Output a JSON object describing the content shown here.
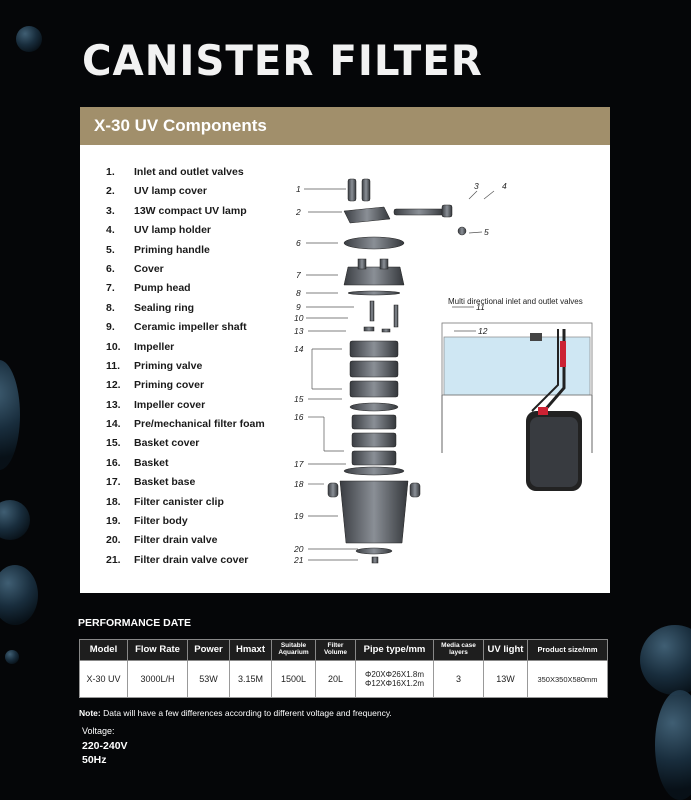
{
  "title": "CANISTER FILTER",
  "components_header": "X-30 UV Components",
  "components": [
    {
      "num": "1.",
      "name": "Inlet and outlet valves"
    },
    {
      "num": "2.",
      "name": "UV lamp cover"
    },
    {
      "num": "3.",
      "name": "13W compact UV lamp"
    },
    {
      "num": "4.",
      "name": "UV lamp holder"
    },
    {
      "num": "5.",
      "name": "Priming handle"
    },
    {
      "num": "6.",
      "name": "Cover"
    },
    {
      "num": "7.",
      "name": "Pump head"
    },
    {
      "num": "8.",
      "name": "Sealing ring"
    },
    {
      "num": "9.",
      "name": "Ceramic impeller shaft"
    },
    {
      "num": "10.",
      "name": "Impeller"
    },
    {
      "num": "11.",
      "name": "Priming valve"
    },
    {
      "num": "12.",
      "name": "Priming cover"
    },
    {
      "num": "13.",
      "name": "Impeller cover"
    },
    {
      "num": "14.",
      "name": "Pre/mechanical filter foam"
    },
    {
      "num": "15.",
      "name": "Basket cover"
    },
    {
      "num": "16.",
      "name": "Basket"
    },
    {
      "num": "17.",
      "name": "Basket base"
    },
    {
      "num": "18.",
      "name": "Filter canister clip"
    },
    {
      "num": "19.",
      "name": "Filter body"
    },
    {
      "num": "20.",
      "name": "Filter drain valve"
    },
    {
      "num": "21.",
      "name": "Filter drain valve cover"
    }
  ],
  "diagram_labels": [
    "1",
    "2",
    "3",
    "4",
    "5",
    "6",
    "7",
    "8",
    "9",
    "10",
    "11",
    "12",
    "13",
    "14",
    "15",
    "16",
    "17",
    "18",
    "19",
    "20",
    "21"
  ],
  "installation_caption": "Multi directional inlet and outlet valves",
  "performance_title": "PERFORMANCE DATE",
  "table": {
    "headers": [
      "Model",
      "Flow Rate",
      "Power",
      "Hmaxt",
      "Suitable Aquarium",
      "Filter Volume",
      "Pipe type/mm",
      "Media case layers",
      "UV light",
      "Product size/mm"
    ],
    "row": {
      "model": "X-30 UV",
      "flow_rate": "3000L/H",
      "power": "53W",
      "hmax": "3.15M",
      "aquarium": "1500L",
      "volume": "20L",
      "pipe_1": "Φ20XΦ26X1.8m",
      "pipe_2": "Φ12XΦ16X1.2m",
      "layers": "3",
      "uv": "13W",
      "size": "350X350X580mm"
    }
  },
  "note_label": "Note:",
  "note_text": " Data will have a few differences according to different voltage and frequency.",
  "voltage_label": "Voltage:",
  "voltage_value": "220-240V",
  "frequency_value": "50Hz",
  "colors": {
    "header_bar": "#a18f6b",
    "background": "#050608",
    "water": "#cfe7f3"
  }
}
